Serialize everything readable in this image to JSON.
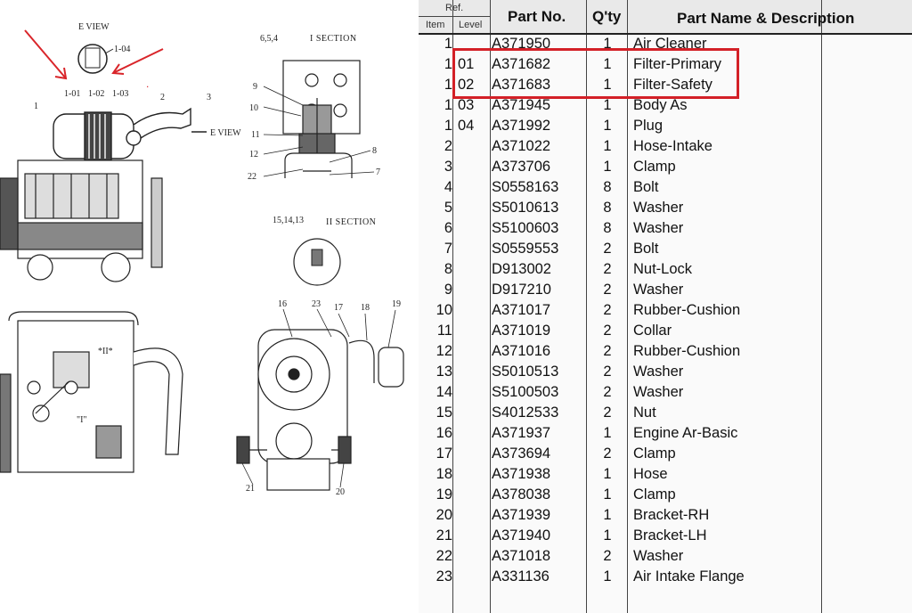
{
  "diagram": {
    "view_label": "E VIEW",
    "view_label_side": "E VIEW",
    "section1_title": "I SECTION",
    "section2_title": "II SECTION",
    "callouts": {
      "c104": "1-04",
      "c101": "1-01",
      "c102": "1-02",
      "c103": "1-03",
      "c1": "1",
      "c2": "2",
      "c3": "3",
      "c654": "6,5,4",
      "c9": "9",
      "c10": "10",
      "c11": "11",
      "c12": "12",
      "c22": "22",
      "c8": "8",
      "c7": "7",
      "c151413": "15,14,13",
      "c16": "16",
      "c23": "23",
      "c17": "17",
      "c18": "18",
      "c19": "19",
      "c21": "21",
      "c20": "20",
      "sec2_mark": "*II*",
      "sec1_mark": "\"I\""
    },
    "arrow_color": "#d9252a"
  },
  "table": {
    "header": {
      "ref": "Ref.",
      "item": "Item",
      "level": "Level",
      "part_no": "Part No.",
      "qty": "Q'ty",
      "name": "Part Name & Description"
    },
    "rows": [
      {
        "item": "1",
        "level": "",
        "part": "A371950",
        "qty": "1",
        "name": "Air Cleaner"
      },
      {
        "item": "1",
        "level": "01",
        "part": "A371682",
        "qty": "1",
        "name": "Filter-Primary"
      },
      {
        "item": "1",
        "level": "02",
        "part": "A371683",
        "qty": "1",
        "name": "Filter-Safety"
      },
      {
        "item": "1",
        "level": "03",
        "part": "A371945",
        "qty": "1",
        "name": "Body As"
      },
      {
        "item": "1",
        "level": "04",
        "part": "A371992",
        "qty": "1",
        "name": "Plug"
      },
      {
        "item": "2",
        "level": "",
        "part": "A371022",
        "qty": "1",
        "name": "Hose-Intake"
      },
      {
        "item": "3",
        "level": "",
        "part": "A373706",
        "qty": "1",
        "name": "Clamp"
      },
      {
        "item": "4",
        "level": "",
        "part": "S0558163",
        "qty": "8",
        "name": "Bolt"
      },
      {
        "item": "5",
        "level": "",
        "part": "S5010613",
        "qty": "8",
        "name": "Washer"
      },
      {
        "item": "6",
        "level": "",
        "part": "S5100603",
        "qty": "8",
        "name": "Washer"
      },
      {
        "item": "7",
        "level": "",
        "part": "S0559553",
        "qty": "2",
        "name": "Bolt"
      },
      {
        "item": "8",
        "level": "",
        "part": "D913002",
        "qty": "2",
        "name": "Nut-Lock"
      },
      {
        "item": "9",
        "level": "",
        "part": "D917210",
        "qty": "2",
        "name": "Washer"
      },
      {
        "item": "10",
        "level": "",
        "part": "A371017",
        "qty": "2",
        "name": "Rubber-Cushion"
      },
      {
        "item": "11",
        "level": "",
        "part": "A371019",
        "qty": "2",
        "name": "Collar"
      },
      {
        "item": "12",
        "level": "",
        "part": "A371016",
        "qty": "2",
        "name": "Rubber-Cushion"
      },
      {
        "item": "13",
        "level": "",
        "part": "S5010513",
        "qty": "2",
        "name": "Washer"
      },
      {
        "item": "14",
        "level": "",
        "part": "S5100503",
        "qty": "2",
        "name": "Washer"
      },
      {
        "item": "15",
        "level": "",
        "part": "S4012533",
        "qty": "2",
        "name": "Nut"
      },
      {
        "item": "16",
        "level": "",
        "part": "A371937",
        "qty": "1",
        "name": "Engine Ar-Basic"
      },
      {
        "item": "17",
        "level": "",
        "part": "A373694",
        "qty": "2",
        "name": "Clamp"
      },
      {
        "item": "18",
        "level": "",
        "part": "A371938",
        "qty": "1",
        "name": "Hose"
      },
      {
        "item": "19",
        "level": "",
        "part": "A378038",
        "qty": "1",
        "name": "Clamp"
      },
      {
        "item": "20",
        "level": "",
        "part": "A371939",
        "qty": "1",
        "name": "Bracket-RH"
      },
      {
        "item": "21",
        "level": "",
        "part": "A371940",
        "qty": "1",
        "name": "Bracket-LH"
      },
      {
        "item": "22",
        "level": "",
        "part": "A371018",
        "qty": "2",
        "name": "Washer"
      },
      {
        "item": "23",
        "level": "",
        "part": "A331136",
        "qty": "1",
        "name": "Air Intake Flange"
      }
    ],
    "highlight_color": "#d32027"
  }
}
